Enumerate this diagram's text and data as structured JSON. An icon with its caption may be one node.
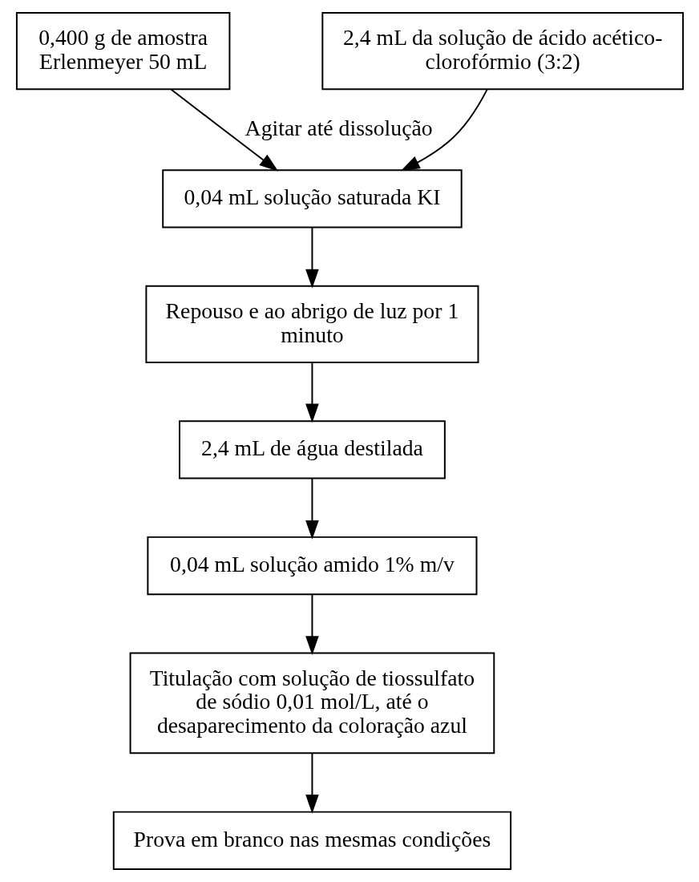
{
  "diagram": {
    "nodes": [
      {
        "text": [
          "0,400 g de amostra",
          "Erlenmeyer 50 mL"
        ]
      },
      {
        "text": [
          "2,4 mL da solução de ácido acético-clorofórmio (3:2)"
        ]
      },
      {
        "text": [
          "0,04 mL solução saturada KI"
        ]
      },
      {
        "text": [
          "Repouso e ao abrigo de luz por 1 minuto"
        ]
      },
      {
        "text": [
          "2,4 mL de água destilada"
        ]
      },
      {
        "text": [
          "0,04 mL solução amido 1% m/v"
        ]
      },
      {
        "text": [
          "Titulação com solução de tiossulfato de sódio 0,01 mol/L, até o desaparecimento da coloração azul"
        ]
      },
      {
        "text": [
          "Prova em branco nas mesmas condições"
        ]
      }
    ],
    "edges": [
      {
        "from": 0,
        "to": 2,
        "arrow": "to",
        "label": "Agitar até dissolução"
      },
      {
        "from": 1,
        "to": 2,
        "arrow": "to"
      },
      {
        "from": 2,
        "to": 3,
        "arrow": "to"
      },
      {
        "from": 3,
        "to": 4,
        "arrow": "to"
      },
      {
        "from": 4,
        "to": 5,
        "arrow": "to"
      },
      {
        "from": 5,
        "to": 6,
        "arrow": "to"
      },
      {
        "from": 6,
        "to": 7,
        "arrow": "to"
      }
    ]
  }
}
